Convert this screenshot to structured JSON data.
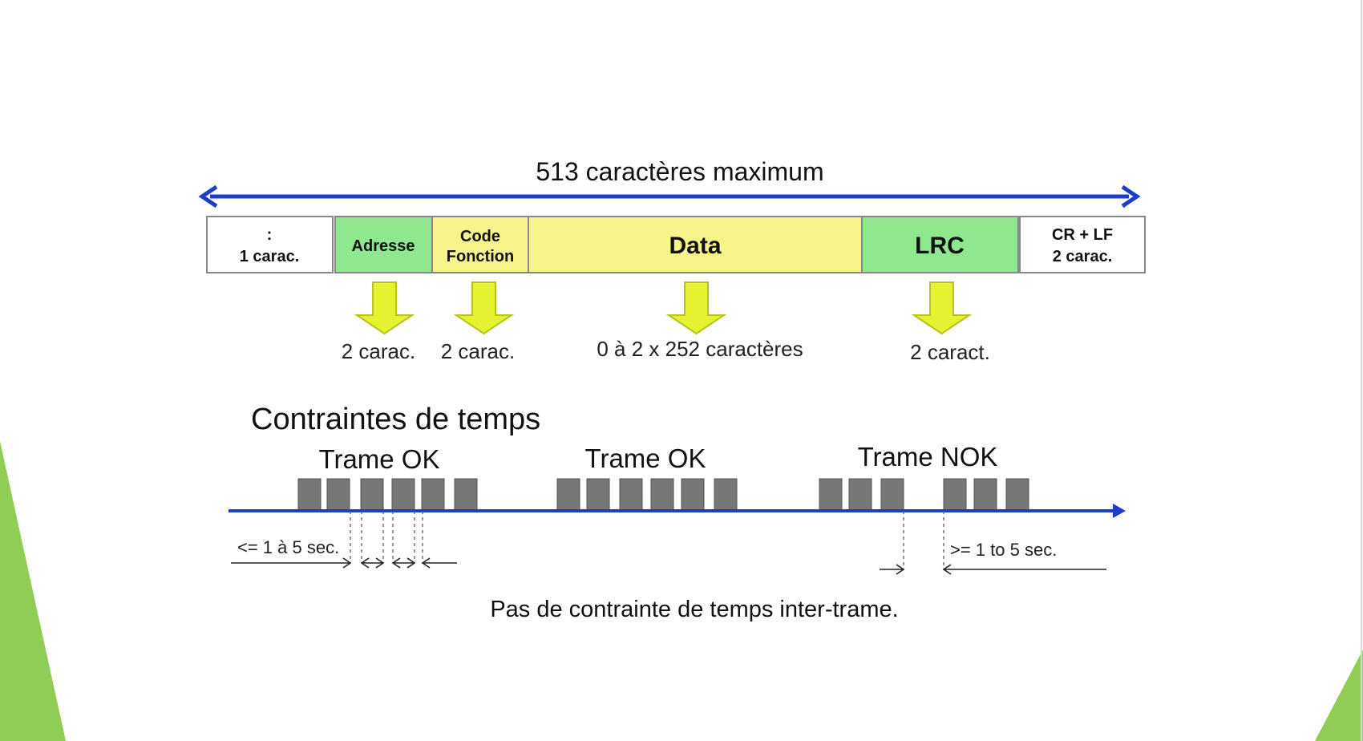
{
  "colors": {
    "blue": "#1d3fc8",
    "green": "#8fe88f",
    "yellow": "#f8f48c",
    "arrow_yellow": "#e4f230",
    "arrow_stroke": "#b7c31b",
    "gray_block": "#777777",
    "corner_green": "#8fcd54",
    "border": "#888888"
  },
  "frame": {
    "max_label": "513 caractères maximum",
    "fields": [
      {
        "line1": ":",
        "line2": "1 carac.",
        "color": "#ffffff"
      },
      {
        "line1": "Adresse",
        "line2": "",
        "color": "#8fe88f"
      },
      {
        "line1": "Code",
        "line2": "Fonction",
        "color": "#f8f48c"
      },
      {
        "line1": "Data",
        "line2": "",
        "color": "#f8f48c"
      },
      {
        "line1": "LRC",
        "line2": "",
        "color": "#8fe88f"
      },
      {
        "line1": "CR + LF",
        "line2": "2 carac.",
        "color": "#ffffff"
      }
    ],
    "sizes": [
      "2 carac.",
      "2 carac.",
      "0 à 2 x 252  caractères",
      "2 caract."
    ]
  },
  "timing": {
    "title": "Contraintes de temps",
    "groups": [
      {
        "label": "Trame OK",
        "blocks": 6
      },
      {
        "label": "Trame OK",
        "blocks": 6
      },
      {
        "label": "Trame NOK",
        "blocks": 6
      }
    ],
    "left_label": "<= 1 à 5 sec.",
    "right_label": ">= 1 to 5 sec.",
    "footer": "Pas de contrainte de temps inter-trame."
  }
}
